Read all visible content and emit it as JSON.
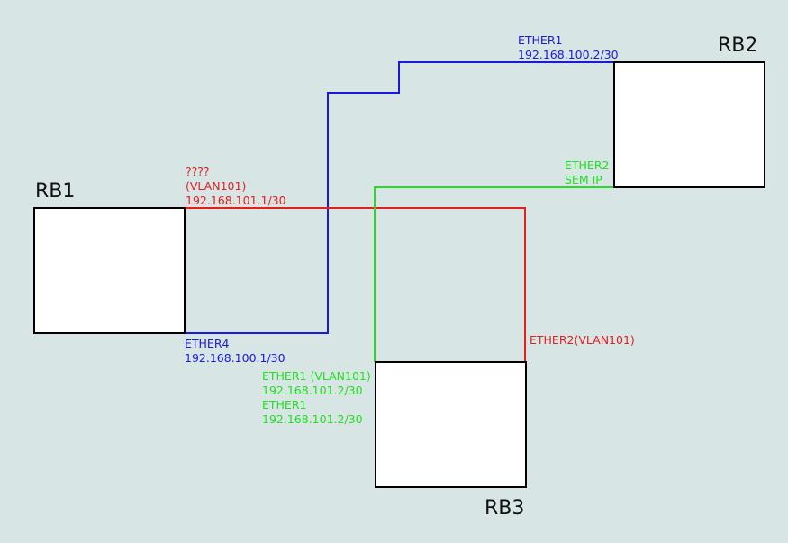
{
  "colors": {
    "background": "#d7e5e4",
    "blue_link": "#1a1adc",
    "red_link": "#e02020",
    "green_link": "#22e022"
  },
  "routers": {
    "rb1": "RB1",
    "rb2": "RB2",
    "rb3": "RB3"
  },
  "links": {
    "blue": {
      "rb2_side": [
        "ETHER1",
        "192.168.100.2/30"
      ],
      "rb1_side": [
        "ETHER4",
        "192.168.100.1/30"
      ]
    },
    "red": {
      "rb1_side": [
        "????",
        "(VLAN101)",
        "192.168.101.1/30"
      ],
      "rb3_side": [
        "ETHER2(VLAN101)"
      ]
    },
    "green": {
      "rb2_side": [
        "ETHER2",
        "SEM IP"
      ],
      "rb3_side": [
        "ETHER1 (VLAN101)",
        "192.168.101.2/30",
        "ETHER1",
        "192.168.101.2/30"
      ]
    }
  }
}
